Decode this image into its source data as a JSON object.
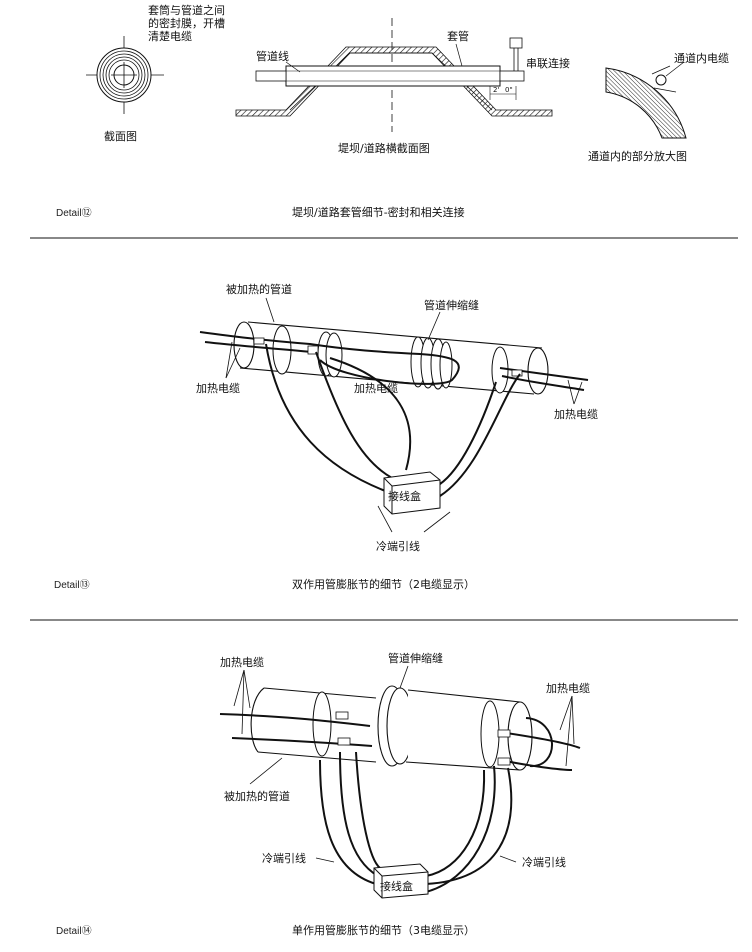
{
  "section1": {
    "cross_section": {
      "note_lines": [
        "套筒与管道之间",
        "的密封膜，开槽",
        "清楚电缆"
      ],
      "caption": "截面图"
    },
    "dam": {
      "pipeline_label": "管道线",
      "sleeve_label": "套管",
      "series_label": "串联连接",
      "dim_left": "2'",
      "dim_right": "0\"",
      "caption": "堤坝/道路横截面图"
    },
    "enlarged": {
      "cable_label": "通道内电缆",
      "caption": "通道内的部分放大图"
    },
    "detail_id": "Detail⑫",
    "detail_title": "堤坝/道路套管细节-密封和相关连接"
  },
  "section2": {
    "heated_pipe_label": "被加热的管道",
    "expansion_joint_label": "管道伸缩缝",
    "cable_left_label": "加热电缆",
    "cable_mid_label": "加热电缆",
    "cable_right_label": "加热电缆",
    "junction_box_label": "接线盒",
    "cold_lead_label": "冷端引线",
    "detail_id": "Detail⑬",
    "detail_title": "双作用管膨胀节的细节（2电缆显示）"
  },
  "section3": {
    "cable_left_label": "加热电缆",
    "expansion_joint_label": "管道伸缩缝",
    "cable_right_label": "加热电缆",
    "heated_pipe_label": "被加热的管道",
    "cold_lead_left_label": "冷端引线",
    "cold_lead_right_label": "冷端引线",
    "junction_box_label": "接线盒",
    "detail_id": "Detail⑭",
    "detail_title": "单作用管膨胀节的细节（3电缆显示）"
  }
}
